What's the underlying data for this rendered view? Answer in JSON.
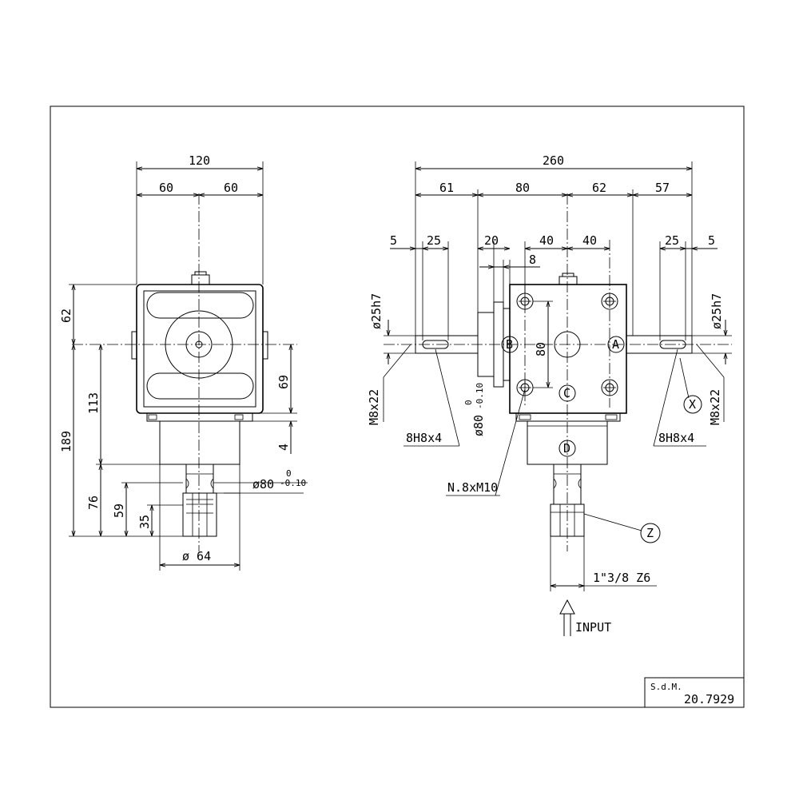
{
  "left_view": {
    "dimensions": {
      "width_total": "120",
      "width_left": "60",
      "width_right": "60",
      "height_top": "62",
      "height_total": "189",
      "height_113": "113",
      "height_76": "76",
      "height_59": "59",
      "height_35": "35",
      "height_69": "69",
      "height_4": "4",
      "pilot_dia": "ø80",
      "pilot_tol_upper": "0",
      "pilot_tol_lower": "-0.10",
      "flange_dia": "ø 64"
    }
  },
  "right_view": {
    "dimensions": {
      "total": "260",
      "seg_61": "61",
      "seg_80": "80",
      "seg_62": "62",
      "seg_57": "57",
      "left_5": "5",
      "left_25": "25",
      "d_20": "20",
      "d_40a": "40",
      "d_40b": "40",
      "d_8": "8",
      "right_25": "25",
      "right_5": "5",
      "bolt_vertical_80": "80",
      "pilot_dia": "ø80",
      "pilot_tol_upper": "0",
      "pilot_tol_lower": "-0.10"
    },
    "callouts": {
      "shaft_left": "ø25h7",
      "shaft_right": "ø25h7",
      "thread_left": "M8x22",
      "thread_right": "M8x22",
      "key_left": "8H8x4",
      "key_right": "8H8x4",
      "holes": "N.8xM10",
      "spline": "1\"3/8  Z6",
      "input": "INPUT"
    },
    "labels": {
      "A": "A",
      "B": "B",
      "C": "C",
      "D": "D",
      "X": "X",
      "Z": "Z"
    }
  },
  "title_block": {
    "maker": "S.d.M.",
    "number": "20.7929"
  }
}
